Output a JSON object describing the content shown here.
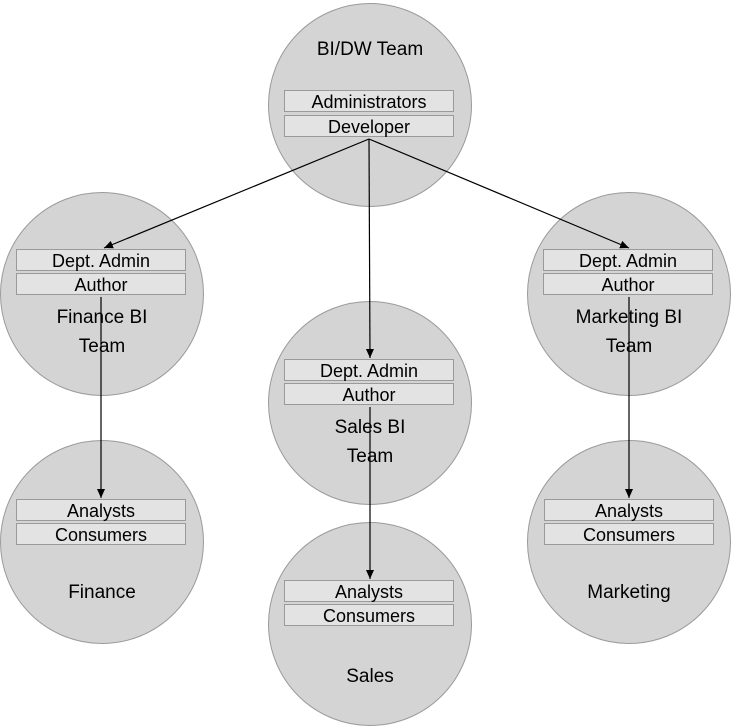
{
  "colors": {
    "circle_fill": "#d4d4d4",
    "circle_stroke": "#9a9a9a",
    "box_fill": "#e3e3e3",
    "arrow": "#000000"
  },
  "nodes": {
    "bidw": {
      "title": "BI/DW Team",
      "roles": [
        "Administrators",
        "Developer"
      ]
    },
    "finance_bi": {
      "title_lines": [
        "Finance BI",
        "Team"
      ],
      "roles": [
        "Dept. Admin",
        "Author"
      ]
    },
    "sales_bi": {
      "title_lines": [
        "Sales BI",
        "Team"
      ],
      "roles": [
        "Dept. Admin",
        "Author"
      ]
    },
    "marketing_bi": {
      "title_lines": [
        "Marketing BI",
        "Team"
      ],
      "roles": [
        "Dept. Admin",
        "Author"
      ]
    },
    "finance": {
      "title": "Finance",
      "roles": [
        "Analysts",
        "Consumers"
      ]
    },
    "sales": {
      "title": "Sales",
      "roles": [
        "Analysts",
        "Consumers"
      ]
    },
    "marketing": {
      "title": "Marketing",
      "roles": [
        "Analysts",
        "Consumers"
      ]
    }
  },
  "edges": [
    {
      "from": "bidw",
      "to": "finance_bi"
    },
    {
      "from": "bidw",
      "to": "sales_bi"
    },
    {
      "from": "bidw",
      "to": "marketing_bi"
    },
    {
      "from": "finance_bi",
      "to": "finance"
    },
    {
      "from": "sales_bi",
      "to": "sales"
    },
    {
      "from": "marketing_bi",
      "to": "marketing"
    }
  ]
}
